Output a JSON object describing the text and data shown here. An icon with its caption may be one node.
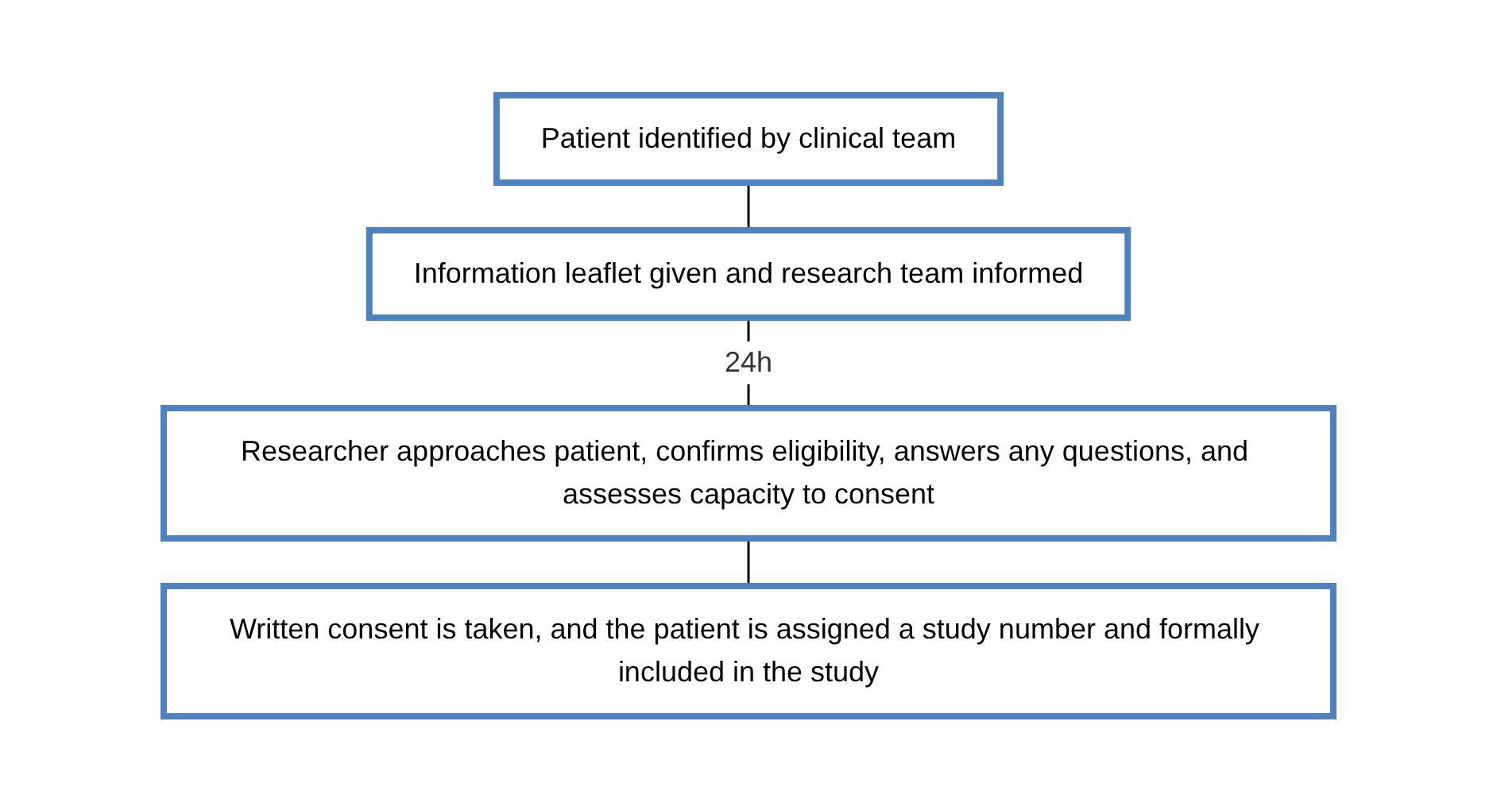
{
  "diagram": {
    "nodes": [
      {
        "text": [
          "Patient identified by clinical team"
        ]
      },
      {
        "text": [
          "Information leaflet given and research team informed"
        ]
      },
      {
        "text": [
          "Researcher approaches patient, confirms eligibility, answers any questions, and assesses capacity to consent"
        ]
      },
      {
        "text": [
          "Written consent is taken, and the patient is assigned a study number and formally included in the study"
        ]
      }
    ],
    "edges": [
      {
        "from": 0,
        "to": 1,
        "arrow": "none"
      },
      {
        "from": 1,
        "to": 2,
        "arrow": "none",
        "label": "24h"
      },
      {
        "from": 2,
        "to": 3,
        "arrow": "none"
      }
    ]
  }
}
